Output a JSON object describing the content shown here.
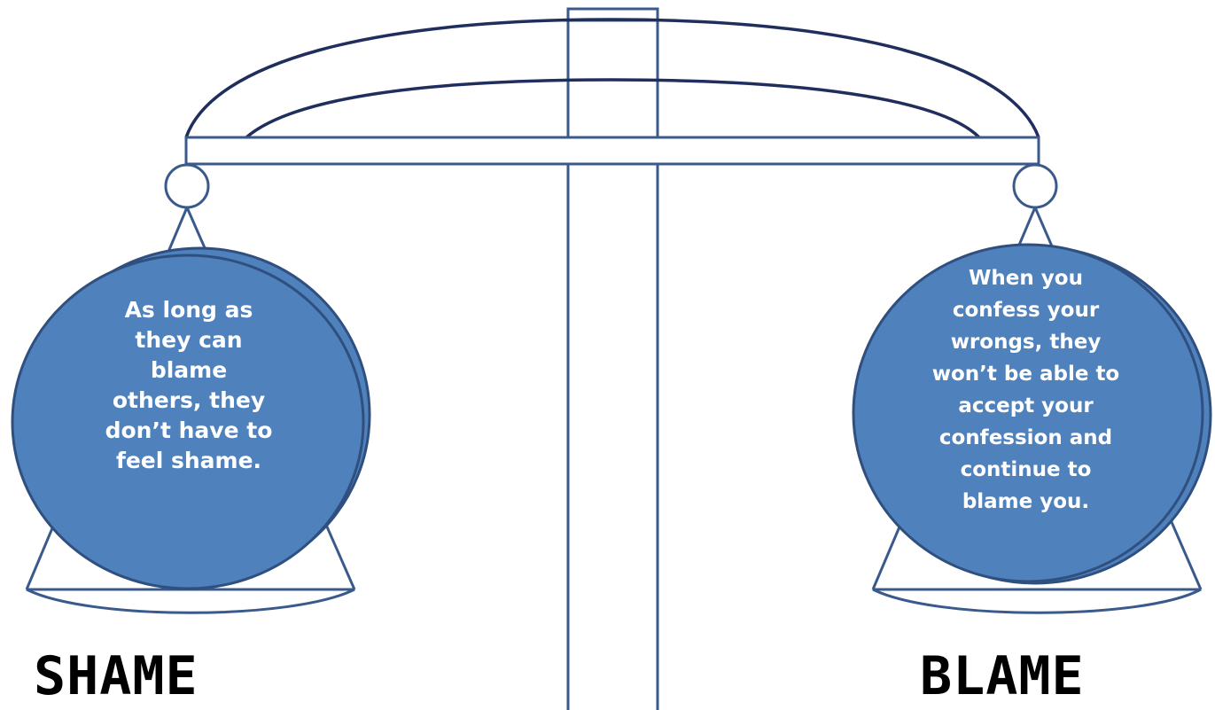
{
  "diagram": {
    "left_pan": {
      "text": "As long as\nthey can\nblame\nothers, they\ndon’t have to\nfeel shame.",
      "label": "SHAME"
    },
    "right_pan": {
      "text": "When you\nconfess your\nwrongs, they\nwon’t be able to\naccept your\nconfession and\ncontinue to\nblame you.",
      "label": "BLAME"
    }
  },
  "colors": {
    "outline": "#3a5a8c",
    "arch": "#1f2e5c",
    "bubble_fill": "#4f81bd",
    "bubble_edge": "#2f4f7f",
    "label_text": "#000000"
  }
}
